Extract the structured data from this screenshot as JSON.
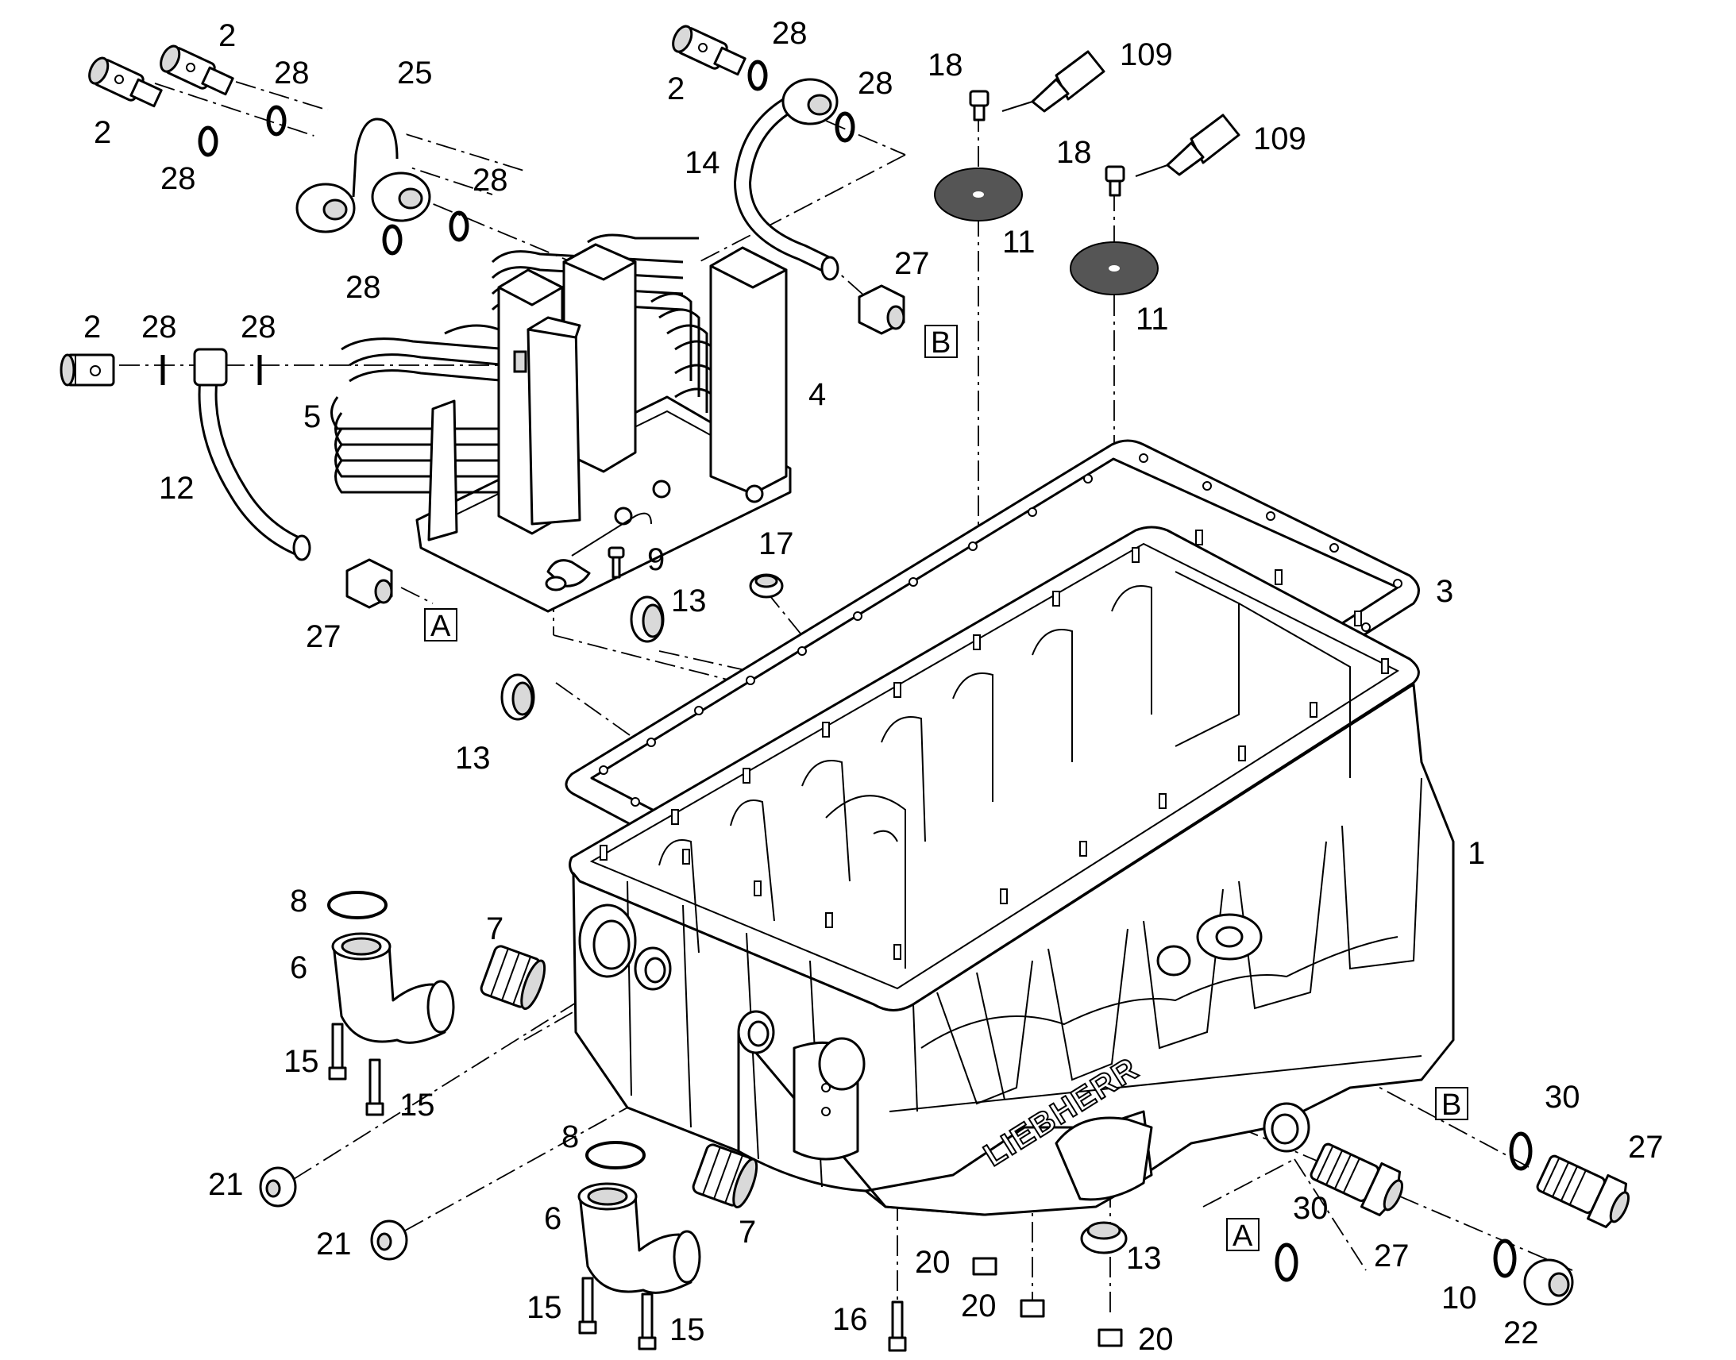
{
  "callouts": [
    {
      "id": "c2a",
      "text": "2"
    },
    {
      "id": "c2b",
      "text": "2"
    },
    {
      "id": "c2c",
      "text": "2"
    },
    {
      "id": "c2d",
      "text": "2"
    },
    {
      "id": "c28a",
      "text": "28"
    },
    {
      "id": "c28b",
      "text": "28"
    },
    {
      "id": "c28c",
      "text": "28"
    },
    {
      "id": "c28d",
      "text": "28"
    },
    {
      "id": "c28e",
      "text": "28"
    },
    {
      "id": "c28f",
      "text": "28"
    },
    {
      "id": "c28g",
      "text": "28"
    },
    {
      "id": "c28h",
      "text": "28"
    },
    {
      "id": "c25",
      "text": "25"
    },
    {
      "id": "c14",
      "text": "14"
    },
    {
      "id": "c18a",
      "text": "18"
    },
    {
      "id": "c18b",
      "text": "18"
    },
    {
      "id": "c109a",
      "text": "109"
    },
    {
      "id": "c109b",
      "text": "109"
    },
    {
      "id": "c11a",
      "text": "11"
    },
    {
      "id": "c11b",
      "text": "11"
    },
    {
      "id": "c27a",
      "text": "27"
    },
    {
      "id": "c27b",
      "text": "27"
    },
    {
      "id": "c27c",
      "text": "27"
    },
    {
      "id": "c27d",
      "text": "27"
    },
    {
      "id": "c4",
      "text": "4"
    },
    {
      "id": "c5",
      "text": "5"
    },
    {
      "id": "c12",
      "text": "12"
    },
    {
      "id": "c9",
      "text": "9"
    },
    {
      "id": "c17",
      "text": "17"
    },
    {
      "id": "c13a",
      "text": "13"
    },
    {
      "id": "c13b",
      "text": "13"
    },
    {
      "id": "c13c",
      "text": "13"
    },
    {
      "id": "c3",
      "text": "3"
    },
    {
      "id": "c1",
      "text": "1"
    },
    {
      "id": "c8a",
      "text": "8"
    },
    {
      "id": "c8b",
      "text": "8"
    },
    {
      "id": "c6a",
      "text": "6"
    },
    {
      "id": "c6b",
      "text": "6"
    },
    {
      "id": "c7a",
      "text": "7"
    },
    {
      "id": "c7b",
      "text": "7"
    },
    {
      "id": "c15a",
      "text": "15"
    },
    {
      "id": "c15b",
      "text": "15"
    },
    {
      "id": "c15c",
      "text": "15"
    },
    {
      "id": "c15d",
      "text": "15"
    },
    {
      "id": "c21a",
      "text": "21"
    },
    {
      "id": "c21b",
      "text": "21"
    },
    {
      "id": "c16",
      "text": "16"
    },
    {
      "id": "c20a",
      "text": "20"
    },
    {
      "id": "c20b",
      "text": "20"
    },
    {
      "id": "c20c",
      "text": "20"
    },
    {
      "id": "c30a",
      "text": "30"
    },
    {
      "id": "c30b",
      "text": "30"
    },
    {
      "id": "c10",
      "text": "10"
    },
    {
      "id": "c22",
      "text": "22"
    }
  ],
  "refs": {
    "A1": "A",
    "A2": "A",
    "B1": "B",
    "B2": "B"
  },
  "logo_text": "LIEBHERR"
}
